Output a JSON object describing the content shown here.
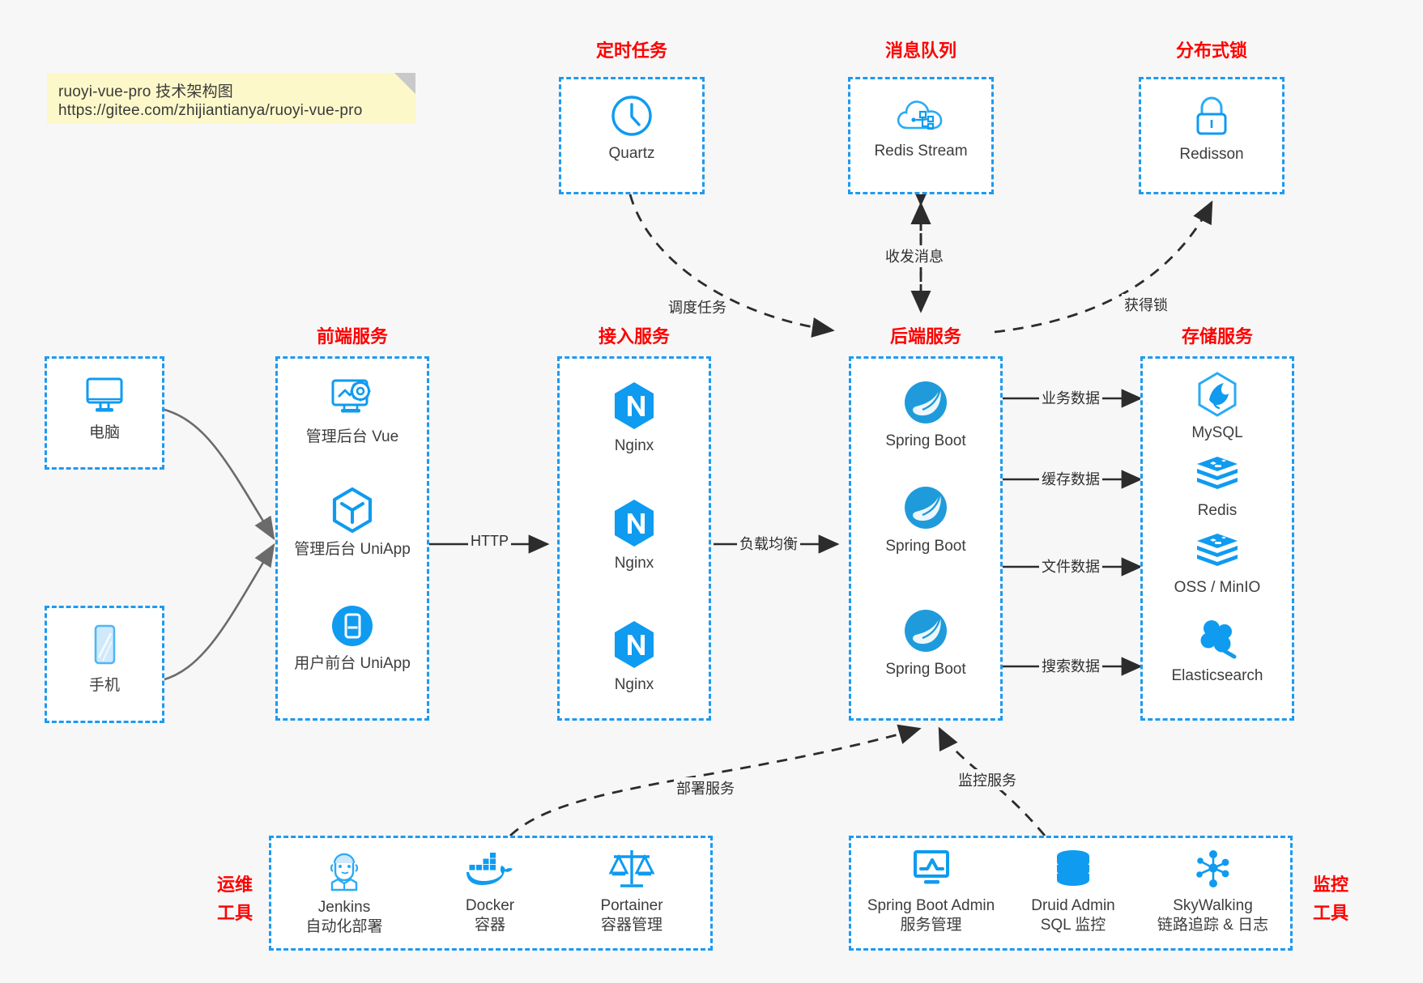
{
  "note": {
    "line1": "ruoyi-vue-pro 技术架构图",
    "line2": "https://gitee.com/zhijiantianya/ruoyi-vue-pro"
  },
  "colors": {
    "title_red": "#ff0000",
    "box_blue": "#1e9af0",
    "icon_blue": "#0f9bf0",
    "background": "#f7f7f7",
    "note_yellow": "#fcf8c9",
    "arrow_gray": "#4d4d4d"
  },
  "groups": {
    "scheduled_task": {
      "title": "定时任务",
      "items": [
        {
          "label": "Quartz",
          "icon": "clock-icon"
        }
      ]
    },
    "message_queue": {
      "title": "消息队列",
      "items": [
        {
          "label": "Redis Stream",
          "icon": "cloud-stream-icon"
        }
      ]
    },
    "distributed_lock": {
      "title": "分布式锁",
      "items": [
        {
          "label": "Redisson",
          "icon": "lock-icon"
        }
      ]
    },
    "clients": [
      {
        "label": "电脑",
        "icon": "desktop-icon"
      },
      {
        "label": "手机",
        "icon": "mobile-icon"
      }
    ],
    "frontend": {
      "title": "前端服务",
      "items": [
        {
          "label": "管理后台 Vue",
          "icon": "dashboard-gear-icon"
        },
        {
          "label": "管理后台 UniApp",
          "icon": "cube-icon"
        },
        {
          "label": "用户前台 UniApp",
          "icon": "app-window-icon"
        }
      ]
    },
    "gateway": {
      "title": "接入服务",
      "items": [
        {
          "label": "Nginx",
          "icon": "nginx-icon"
        },
        {
          "label": "Nginx",
          "icon": "nginx-icon"
        },
        {
          "label": "Nginx",
          "icon": "nginx-icon"
        }
      ]
    },
    "backend": {
      "title": "后端服务",
      "items": [
        {
          "label": "Spring Boot",
          "icon": "spring-boot-icon"
        },
        {
          "label": "Spring Boot",
          "icon": "spring-boot-icon"
        },
        {
          "label": "Spring Boot",
          "icon": "spring-boot-icon"
        }
      ]
    },
    "storage": {
      "title": "存储服务",
      "items": [
        {
          "label": "MySQL",
          "icon": "mysql-icon"
        },
        {
          "label": "Redis",
          "icon": "redis-icon"
        },
        {
          "label": "OSS / MinIO",
          "icon": "redis-icon"
        },
        {
          "label": "Elasticsearch",
          "icon": "elasticsearch-icon"
        }
      ]
    },
    "devops": {
      "title_line1": "运维",
      "title_line2": "工具",
      "items": [
        {
          "label": "Jenkins",
          "sublabel": "自动化部署",
          "icon": "jenkins-icon"
        },
        {
          "label": "Docker",
          "sublabel": "容器",
          "icon": "docker-icon"
        },
        {
          "label": "Portainer",
          "sublabel": "容器管理",
          "icon": "scales-icon"
        }
      ]
    },
    "monitoring": {
      "title_line1": "监控",
      "title_line2": "工具",
      "items": [
        {
          "label": "Spring Boot Admin",
          "sublabel": "服务管理",
          "icon": "monitor-chart-icon"
        },
        {
          "label": "Druid Admin",
          "sublabel": "SQL 监控",
          "icon": "database-icon"
        },
        {
          "label": "SkyWalking",
          "sublabel": "链路追踪 & 日志",
          "icon": "network-nodes-icon"
        }
      ]
    }
  },
  "edges": {
    "http": "HTTP",
    "load_balance": "负载均衡",
    "schedule_task": "调度任务",
    "send_receive_message": "收发消息",
    "acquire_lock": "获得锁",
    "business_data": "业务数据",
    "cache_data": "缓存数据",
    "file_data": "文件数据",
    "search_data": "搜索数据",
    "deploy_service": "部署服务",
    "monitor_service": "监控服务"
  }
}
